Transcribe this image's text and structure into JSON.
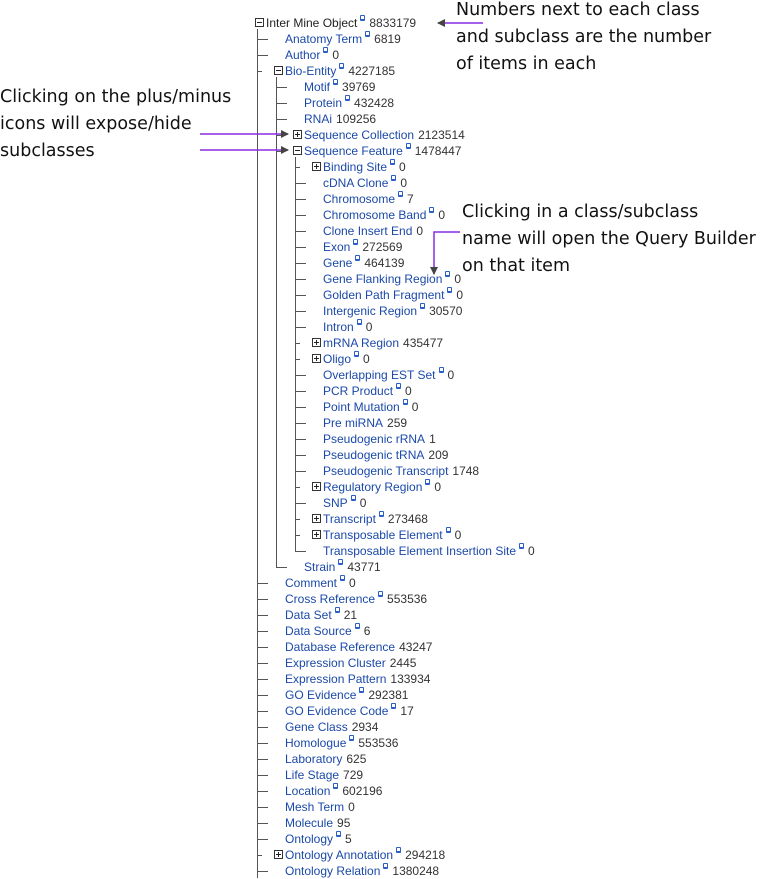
{
  "tree": [
    {
      "name": "Inter Mine Object",
      "count": "8833179",
      "depth": 0,
      "toggle": "minus",
      "help": true
    },
    {
      "name": "Anatomy Term",
      "count": "6819",
      "depth": 1,
      "toggle": null,
      "help": true
    },
    {
      "name": "Author",
      "count": "0",
      "depth": 1,
      "toggle": null,
      "help": true
    },
    {
      "name": "Bio-Entity",
      "count": "4227185",
      "depth": 1,
      "toggle": "minus",
      "help": true
    },
    {
      "name": "Motif",
      "count": "39769",
      "depth": 2,
      "toggle": null,
      "help": true
    },
    {
      "name": "Protein",
      "count": "432428",
      "depth": 2,
      "toggle": null,
      "help": true
    },
    {
      "name": "RNAi",
      "count": "109256",
      "depth": 2,
      "toggle": null,
      "help": false
    },
    {
      "name": "Sequence Collection",
      "count": "2123514",
      "depth": 2,
      "toggle": "plus",
      "help": false
    },
    {
      "name": "Sequence Feature",
      "count": "1478447",
      "depth": 2,
      "toggle": "minus",
      "help": true
    },
    {
      "name": "Binding Site",
      "count": "0",
      "depth": 3,
      "toggle": "plus",
      "help": true
    },
    {
      "name": "cDNA Clone",
      "count": "0",
      "depth": 3,
      "toggle": null,
      "help": true
    },
    {
      "name": "Chromosome",
      "count": "7",
      "depth": 3,
      "toggle": null,
      "help": true
    },
    {
      "name": "Chromosome Band",
      "count": "0",
      "depth": 3,
      "toggle": null,
      "help": true
    },
    {
      "name": "Clone Insert End",
      "count": "0",
      "depth": 3,
      "toggle": null,
      "help": false
    },
    {
      "name": "Exon",
      "count": "272569",
      "depth": 3,
      "toggle": null,
      "help": true
    },
    {
      "name": "Gene",
      "count": "464139",
      "depth": 3,
      "toggle": null,
      "help": true
    },
    {
      "name": "Gene Flanking Region",
      "count": "0",
      "depth": 3,
      "toggle": null,
      "help": true
    },
    {
      "name": "Golden Path Fragment",
      "count": "0",
      "depth": 3,
      "toggle": null,
      "help": true
    },
    {
      "name": "Intergenic Region",
      "count": "30570",
      "depth": 3,
      "toggle": null,
      "help": true
    },
    {
      "name": "Intron",
      "count": "0",
      "depth": 3,
      "toggle": null,
      "help": true
    },
    {
      "name": "mRNA Region",
      "count": "435477",
      "depth": 3,
      "toggle": "plus",
      "help": false
    },
    {
      "name": "Oligo",
      "count": "0",
      "depth": 3,
      "toggle": "plus",
      "help": true
    },
    {
      "name": "Overlapping EST Set",
      "count": "0",
      "depth": 3,
      "toggle": null,
      "help": true
    },
    {
      "name": "PCR Product",
      "count": "0",
      "depth": 3,
      "toggle": null,
      "help": true
    },
    {
      "name": "Point Mutation",
      "count": "0",
      "depth": 3,
      "toggle": null,
      "help": true
    },
    {
      "name": "Pre miRNA",
      "count": "259",
      "depth": 3,
      "toggle": null,
      "help": false
    },
    {
      "name": "Pseudogenic rRNA",
      "count": "1",
      "depth": 3,
      "toggle": null,
      "help": false
    },
    {
      "name": "Pseudogenic tRNA",
      "count": "209",
      "depth": 3,
      "toggle": null,
      "help": false
    },
    {
      "name": "Pseudogenic Transcript",
      "count": "1748",
      "depth": 3,
      "toggle": null,
      "help": false
    },
    {
      "name": "Regulatory Region",
      "count": "0",
      "depth": 3,
      "toggle": "plus",
      "help": true
    },
    {
      "name": "SNP",
      "count": "0",
      "depth": 3,
      "toggle": null,
      "help": true
    },
    {
      "name": "Transcript",
      "count": "273468",
      "depth": 3,
      "toggle": "plus",
      "help": true
    },
    {
      "name": "Transposable Element",
      "count": "0",
      "depth": 3,
      "toggle": "plus",
      "help": true
    },
    {
      "name": "Transposable Element Insertion Site",
      "count": "0",
      "depth": 3,
      "toggle": null,
      "help": true
    },
    {
      "name": "Strain",
      "count": "43771",
      "depth": 2,
      "toggle": null,
      "help": true
    },
    {
      "name": "Comment",
      "count": "0",
      "depth": 1,
      "toggle": null,
      "help": true
    },
    {
      "name": "Cross Reference",
      "count": "553536",
      "depth": 1,
      "toggle": null,
      "help": true
    },
    {
      "name": "Data Set",
      "count": "21",
      "depth": 1,
      "toggle": null,
      "help": true
    },
    {
      "name": "Data Source",
      "count": "6",
      "depth": 1,
      "toggle": null,
      "help": true
    },
    {
      "name": "Database Reference",
      "count": "43247",
      "depth": 1,
      "toggle": null,
      "help": false
    },
    {
      "name": "Expression Cluster",
      "count": "2445",
      "depth": 1,
      "toggle": null,
      "help": false
    },
    {
      "name": "Expression Pattern",
      "count": "133934",
      "depth": 1,
      "toggle": null,
      "help": false
    },
    {
      "name": "GO Evidence",
      "count": "292381",
      "depth": 1,
      "toggle": null,
      "help": true
    },
    {
      "name": "GO Evidence Code",
      "count": "17",
      "depth": 1,
      "toggle": null,
      "help": true
    },
    {
      "name": "Gene Class",
      "count": "2934",
      "depth": 1,
      "toggle": null,
      "help": false
    },
    {
      "name": "Homologue",
      "count": "553536",
      "depth": 1,
      "toggle": null,
      "help": true
    },
    {
      "name": "Laboratory",
      "count": "625",
      "depth": 1,
      "toggle": null,
      "help": false
    },
    {
      "name": "Life Stage",
      "count": "729",
      "depth": 1,
      "toggle": null,
      "help": false
    },
    {
      "name": "Location",
      "count": "602196",
      "depth": 1,
      "toggle": null,
      "help": true
    },
    {
      "name": "Mesh Term",
      "count": "0",
      "depth": 1,
      "toggle": null,
      "help": false
    },
    {
      "name": "Molecule",
      "count": "95",
      "depth": 1,
      "toggle": null,
      "help": false
    },
    {
      "name": "Ontology",
      "count": "5",
      "depth": 1,
      "toggle": null,
      "help": true
    },
    {
      "name": "Ontology Annotation",
      "count": "294218",
      "depth": 1,
      "toggle": "plus",
      "help": true
    },
    {
      "name": "Ontology Relation",
      "count": "1380248",
      "depth": 1,
      "toggle": null,
      "help": true
    }
  ],
  "annotations": {
    "numbers": [
      "Numbers next to each class",
      "and subclass are the number",
      "of items in each"
    ],
    "toggles": [
      "Clicking on the plus/minus",
      "icons will expose/hide",
      "subclasses"
    ],
    "names": [
      "Clicking in a class/subclass",
      "name will open the Query Builder",
      "on that item"
    ]
  },
  "colors": {
    "link": "#1b49a8",
    "arrow": "#8a2be2",
    "help_icon": "#2a5fc8"
  }
}
